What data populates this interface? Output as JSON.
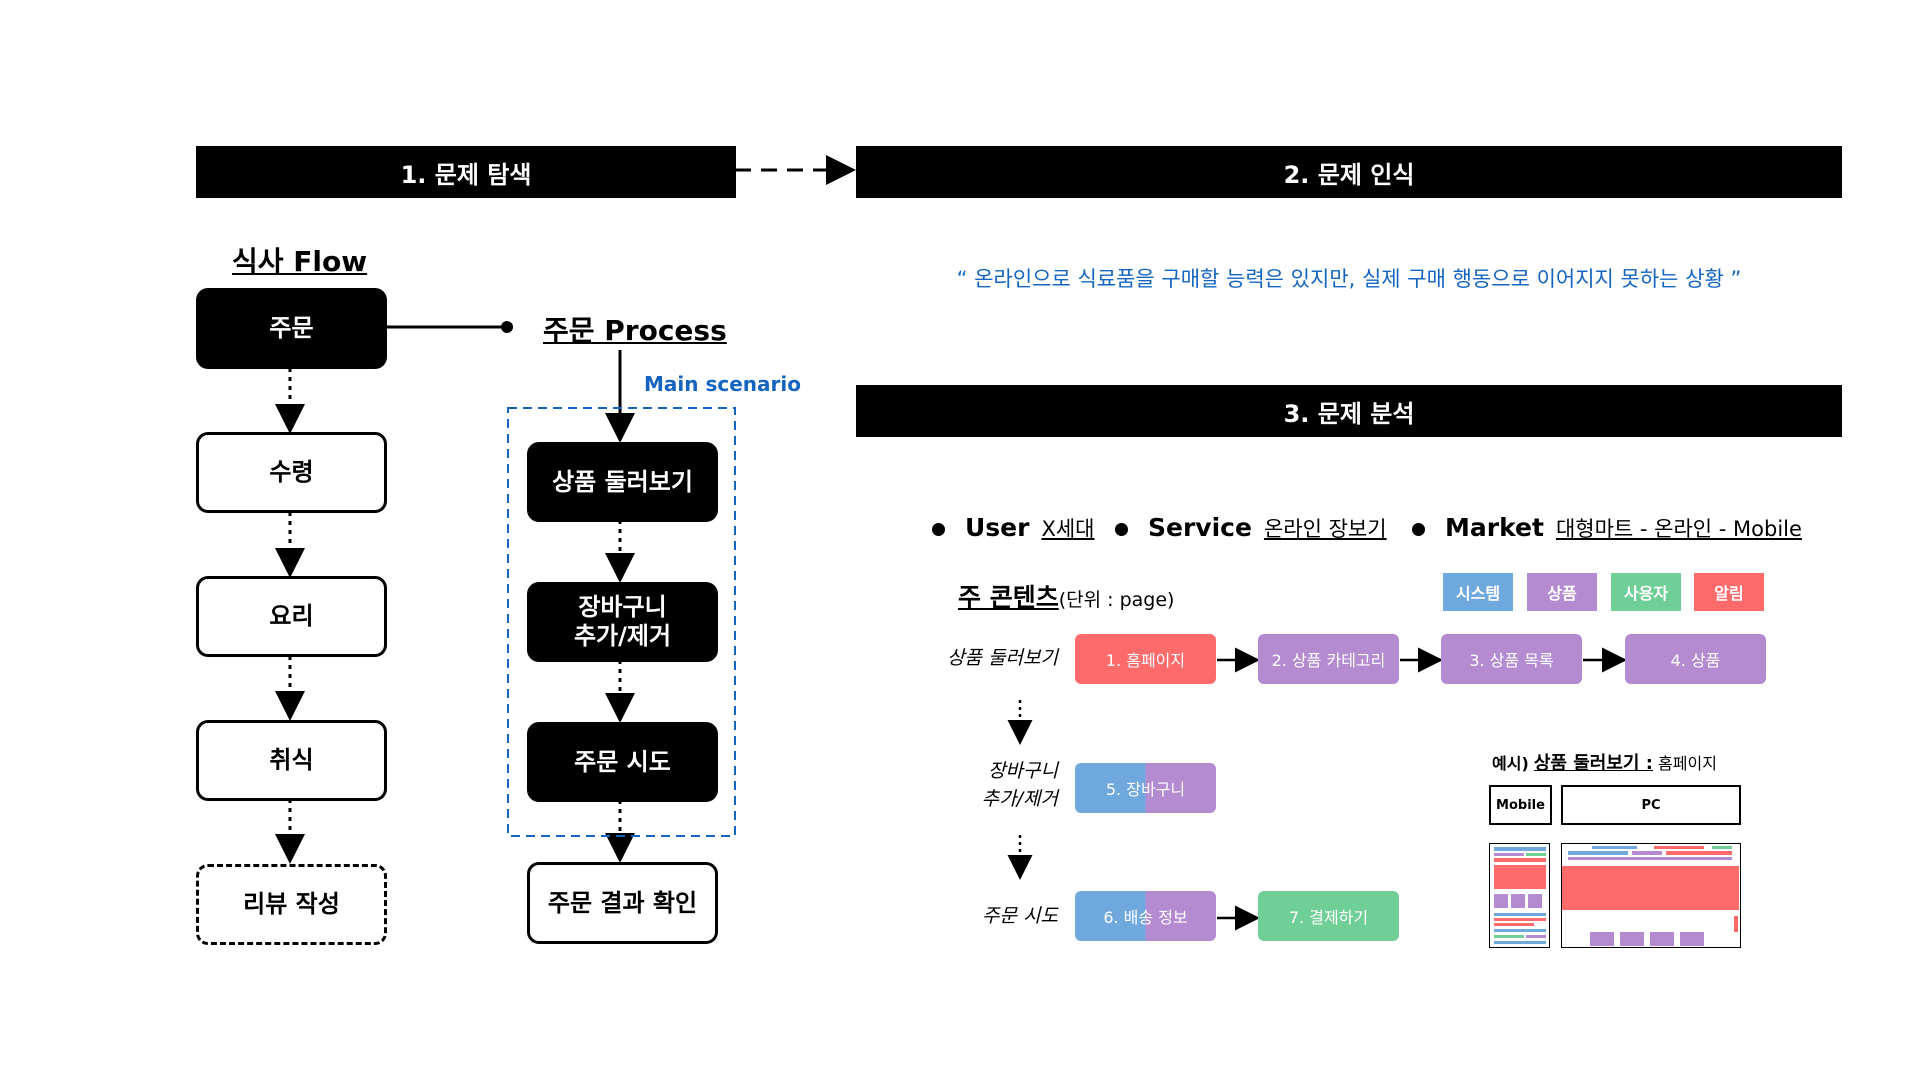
{
  "sections": {
    "explore": "1. 문제 탐색",
    "recognize": "2. 문제 인식",
    "analyze": "3. 문제 분석"
  },
  "meal_flow": {
    "title": "식사 Flow",
    "steps": [
      "주문",
      "수령",
      "요리",
      "취식",
      "리뷰 작성"
    ]
  },
  "order_process": {
    "title": "주문 Process",
    "scenario_label": "Main scenario",
    "steps": [
      "상품 둘러보기",
      "장바구니\n추가/제거",
      "주문 시도"
    ],
    "result": "주문 결과 확인"
  },
  "quote": "“ 온라인으로 식료품을 구매할 능력은 있지만, 실제 구매 행동으로 이어지지 못하는 상황 ”",
  "targets": [
    {
      "key": "User",
      "value": "X세대"
    },
    {
      "key": "Service",
      "value": "온라인 장보기"
    },
    {
      "key": "Market",
      "value": "대형마트 - 온라인 - Mobile"
    }
  ],
  "contents": {
    "title": "주 콘텐츠",
    "unit": "(단위 : page)",
    "legend": [
      {
        "label": "시스템",
        "color": "#6fa8dc"
      },
      {
        "label": "상품",
        "color": "#b48ad0"
      },
      {
        "label": "사용자",
        "color": "#6fcf97"
      },
      {
        "label": "알림",
        "color": "#ff6b6b"
      }
    ],
    "row_labels": [
      "상품 둘러보기",
      "장바구니\n추가/제거",
      "주문 시도"
    ],
    "pages": [
      "1. 홈페이지",
      "2. 상품 카테고리",
      "3. 상품 목록",
      "4. 상품",
      "5. 장바구니",
      "6. 배송 정보",
      "7. 결제하기"
    ]
  },
  "example": {
    "prefix": "예시)",
    "title": "상품 둘러보기 :",
    "page": "홈페이지",
    "mobile_label": "Mobile",
    "pc_label": "PC"
  },
  "colors": {
    "blue": "#6fa8dc",
    "purple": "#b48ad0",
    "green": "#6fcf97",
    "red": "#ff6b6b",
    "accent_text": "#1565c0"
  }
}
